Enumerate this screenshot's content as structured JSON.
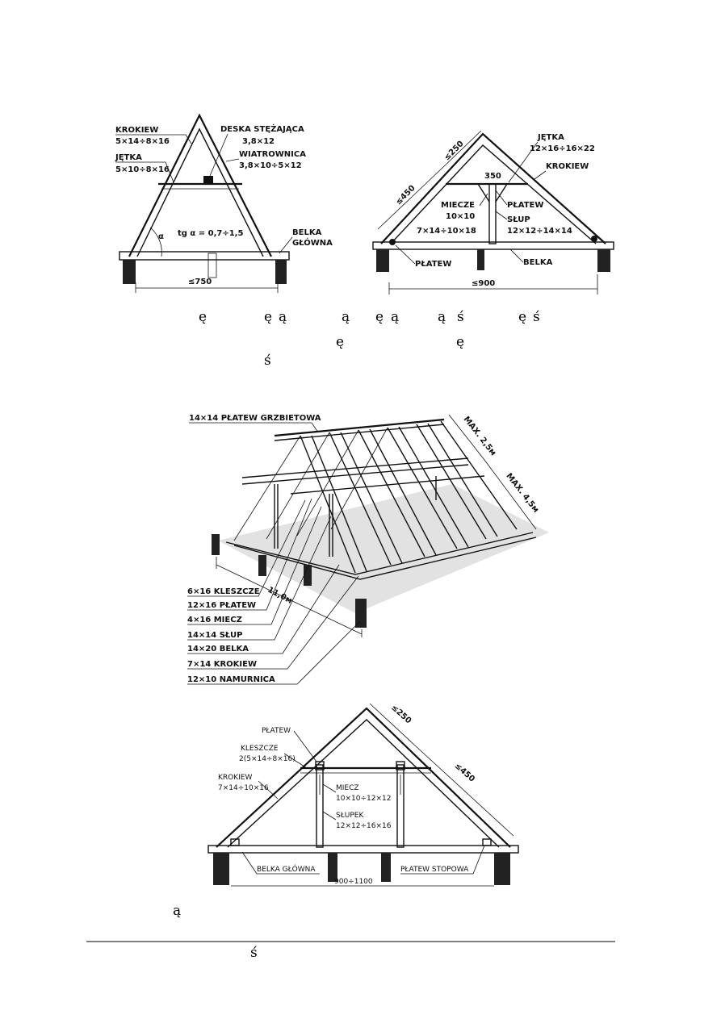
{
  "colors": {
    "ink": "#111111",
    "background": "#ffffff",
    "ground": "#d9d9d9"
  },
  "fig_a": {
    "krokiew_name": "KROKIEW",
    "krokiew_dim": "5×14÷8×16",
    "jetka_name": "JĘTKA",
    "jetka_dim": "5×10÷8×16",
    "deska_name": "DESKA STĘŻAJĄCA",
    "deska_dim": "3,8×12",
    "wiatrownica_name": "WIATROWNICA",
    "wiatrownica_dim": "3,8×10÷5×12",
    "slope": "tg α = 0,7÷1,5",
    "alpha": "α",
    "belka_line1": "BELKA",
    "belka_line2": "GŁÓWNA",
    "span": "≤750"
  },
  "fig_b": {
    "upper": "≤250",
    "lower": "≤450",
    "jetka_name": "JĘTKA",
    "jetka_dim": "12×16÷16×22",
    "width_350": "350",
    "krokiew_name": "KROKIEW",
    "miecze_name": "MIECZE",
    "miecze_dim": "10×10",
    "platew_right": "PŁATEW",
    "slup_name": "SŁUP",
    "slup_dim": "12×12÷14×14",
    "krokiew_dim": "7×14÷10×18",
    "platew_bottom": "PŁATEW",
    "belka": "BELKA",
    "span": "≤900"
  },
  "glyphs_line1": [
    "ę",
    "ę",
    "ą",
    "ą",
    "ę",
    "ą",
    "ą",
    "ś",
    "ę",
    "ś"
  ],
  "glyphs_line2": [
    "ę",
    "ę"
  ],
  "glyphs_line3": [
    "ś"
  ],
  "fig_c": {
    "platew_grzbietowa": "14×14 PŁATEW GRZBIETOWA",
    "max_upper": "MAX. 2,5м",
    "max_lower": "MAX. 4,5м",
    "span": "11,0м",
    "legend": [
      "6×16 KLESZCZE",
      "12×16 PŁATEW",
      "4×16 MIECZ",
      "14×14 SŁUP",
      "14×20 BELKA",
      "7×14 KROKIEW",
      "12×10 NAMURNICA"
    ]
  },
  "fig_d": {
    "platew": "PŁATEW",
    "kleszcze_name": "KLESZCZE",
    "kleszcze_dim": "2(5×14÷8×16)",
    "krokiew_name": "KROKIEW",
    "krokiew_dim": "7×14÷10×16",
    "miecz_name": "MIECZ",
    "miecz_dim": "10×10÷12×12",
    "slupek_name": "SŁUPEK",
    "slupek_dim": "12×12÷16×16",
    "upper": "≤250",
    "lower": "≤450",
    "belka_glowna": "BELKA GŁÓWNA",
    "platew_stopowa": "PŁATEW STOPOWA",
    "span": "900÷1100"
  },
  "caption_glyph": "ą",
  "footer_glyph": "ś"
}
